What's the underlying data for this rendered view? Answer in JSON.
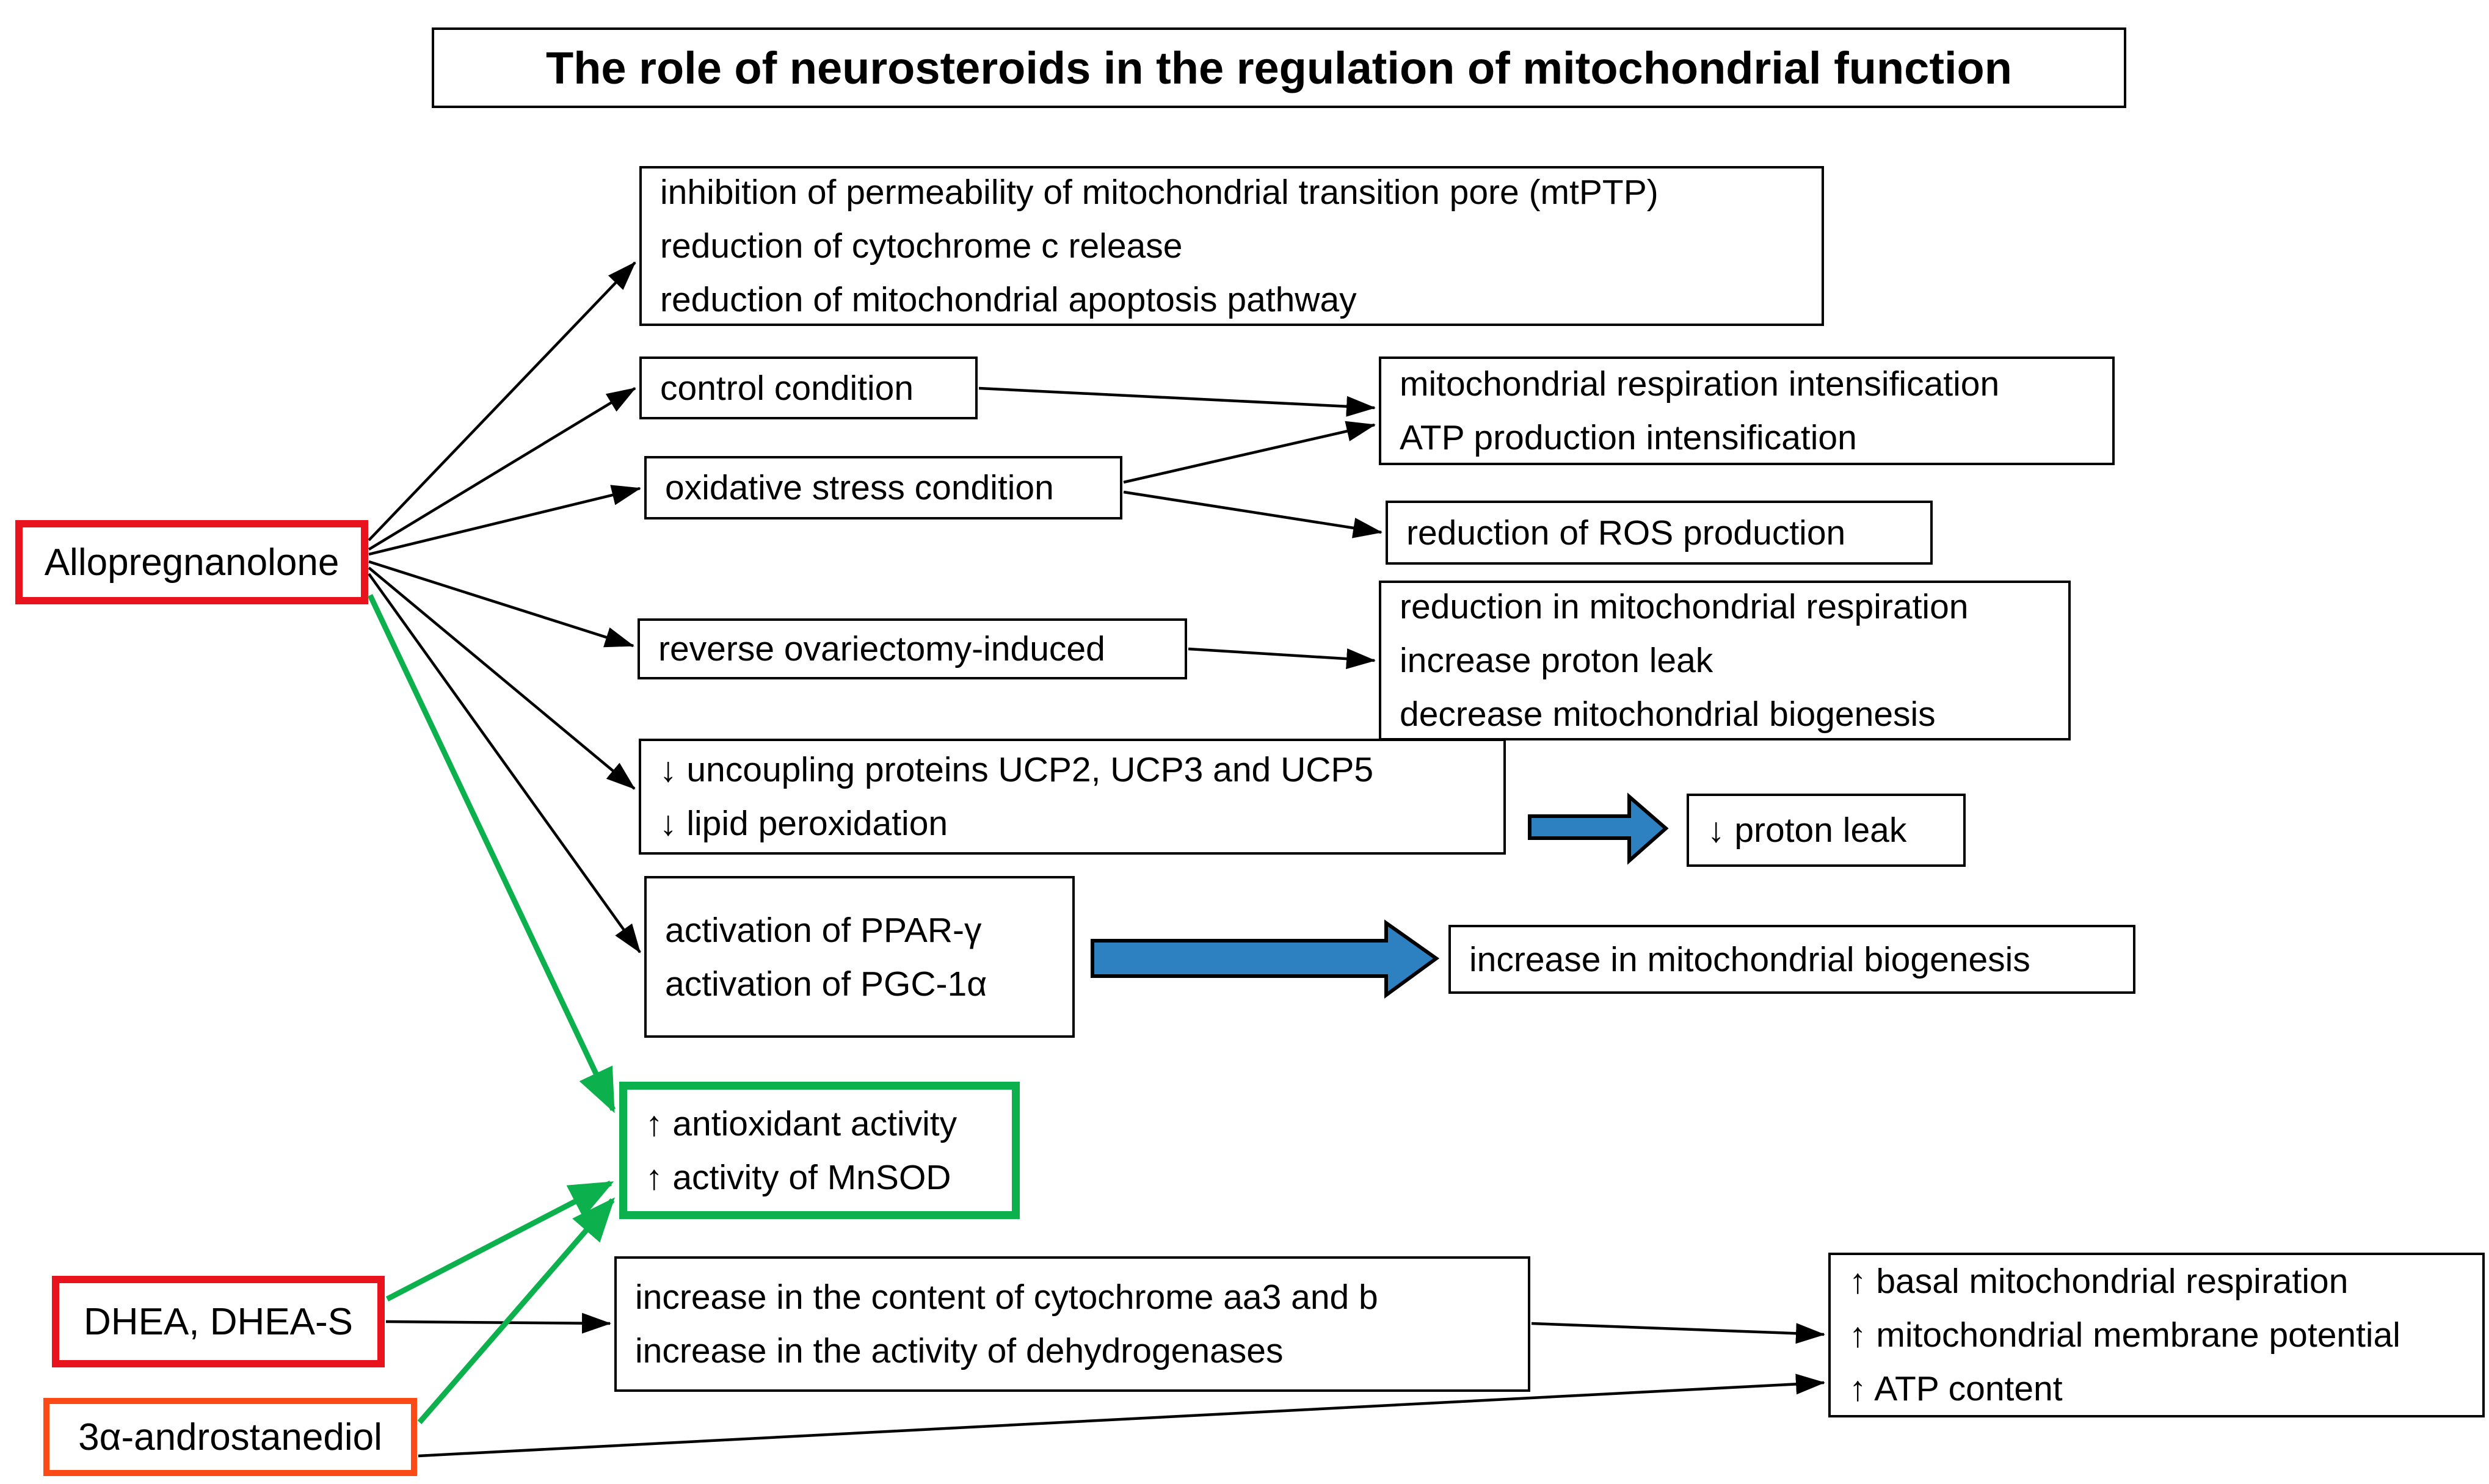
{
  "title": "The role of neurosteroids in the regulation of mitochondrial function",
  "colors": {
    "red": "#e8131c",
    "orange": "#fb4a16",
    "green": "#0cb04c",
    "blue": "#2e81c0",
    "line": "#000000"
  },
  "nodes": {
    "allopregnanolone": {
      "label": "Allopregnanolone"
    },
    "dhea": {
      "label": "DHEA, DHEA-S"
    },
    "androstanediol": {
      "label": "3α-androstanediol"
    },
    "mtptp": {
      "lines": [
        "inhibition of permeability of mitochondrial transition pore (mtPTP)",
        "reduction of cytochrome c release",
        "reduction of mitochondrial apoptosis pathway"
      ]
    },
    "control": {
      "lines": [
        "control condition"
      ]
    },
    "oxidative": {
      "lines": [
        "oxidative stress condition"
      ]
    },
    "respiration": {
      "lines": [
        "mitochondrial respiration intensification",
        "ATP production intensification"
      ]
    },
    "ros": {
      "lines": [
        "reduction of ROS production"
      ]
    },
    "ovariectomy_effects": {
      "lines": [
        "reduction in mitochondrial respiration",
        "increase proton leak",
        "decrease mitochondrial biogenesis"
      ]
    },
    "reverse_ovariectomy": {
      "lines": [
        "reverse ovariectomy-induced"
      ]
    },
    "ucp": {
      "lines": [
        "↓ uncoupling proteins UCP2, UCP3 and UCP5",
        "↓ lipid peroxidation"
      ]
    },
    "proton_leak": {
      "lines": [
        "↓ proton leak"
      ]
    },
    "ppar": {
      "lines": [
        "activation of PPAR-γ",
        "activation of PGC-1α"
      ]
    },
    "biogenesis": {
      "lines": [
        "increase in mitochondrial biogenesis"
      ]
    },
    "mnsod": {
      "lines": [
        "↑ antioxidant activity",
        "↑ activity of MnSOD"
      ]
    },
    "cytochrome": {
      "lines": [
        "increase in the content of cytochrome aa3 and b",
        "increase in the activity of dehydrogenases"
      ]
    },
    "outcomes": {
      "lines": [
        "↑ basal mitochondrial respiration",
        "↑ mitochondrial membrane potential",
        "↑ ATP content"
      ]
    }
  }
}
